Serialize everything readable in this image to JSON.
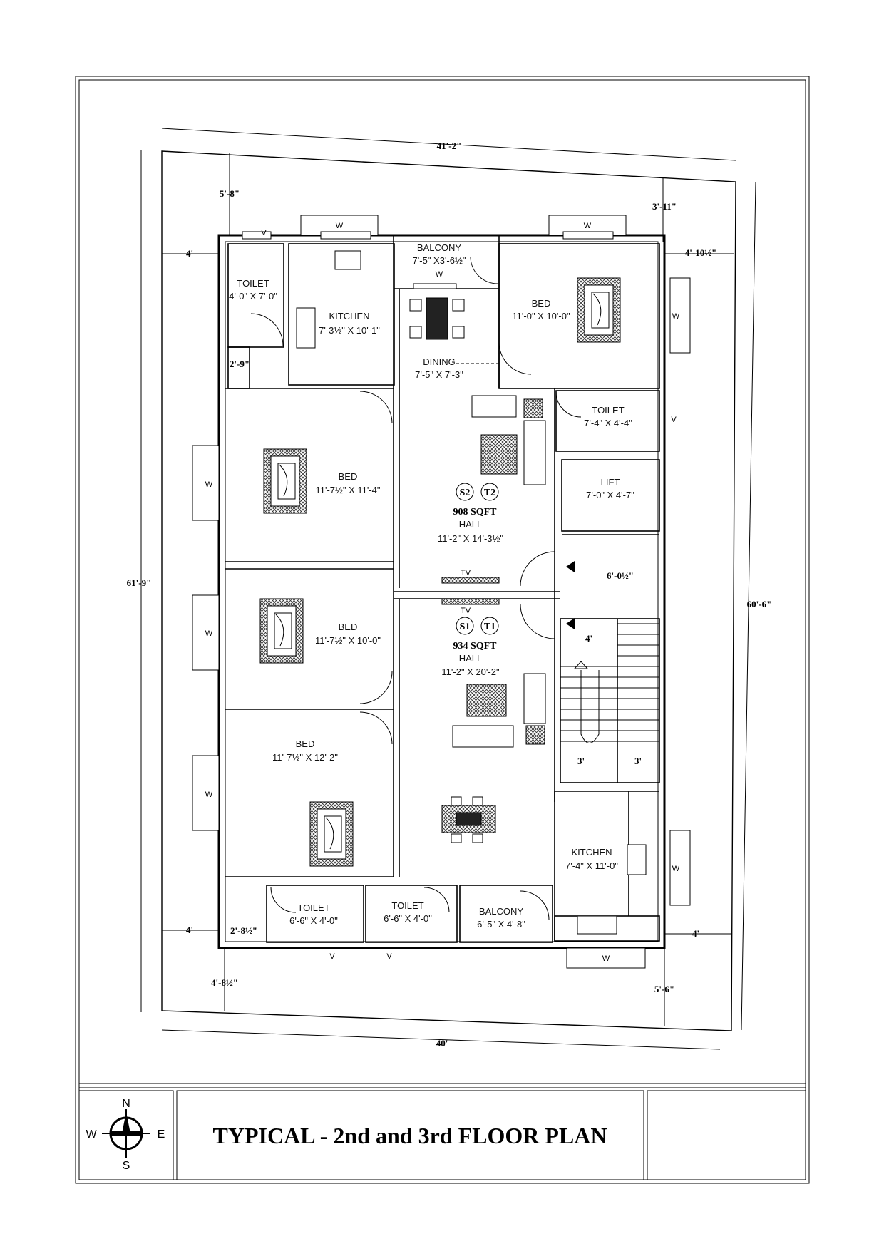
{
  "title": "TYPICAL - 2nd and 3rd FLOOR PLAN",
  "compass": {
    "n": "N",
    "s": "S",
    "e": "E",
    "w": "W"
  },
  "dims": {
    "top_width": "41'-2\"",
    "bottom_width": "40'",
    "left_height": "61'-9\"",
    "right_height": "60'-6\"",
    "top_left_setback": "5'-8\"",
    "top_right_setback": "3'-11\"",
    "left_side_top": "4'",
    "right_side_top": "4'-10½\"",
    "left_side_bottom": "4'",
    "right_side_bottom": "4'",
    "bottom_left_setback": "4'-8½\"",
    "bottom_right_setback": "5'-6\"",
    "passage_top": "2'-9\"",
    "passage_bottom": "2'-8½\"",
    "lobby": "6'-0½\"",
    "lobby_width": "4'",
    "stair_left": "3'",
    "stair_right": "3'"
  },
  "rooms": [
    {
      "name": "TOILET",
      "size": "4'-0\" X 7'-0\""
    },
    {
      "name": "KITCHEN",
      "size": "7'-3½\" X 10'-1\""
    },
    {
      "name": "BALCONY",
      "size": "7'-5\" X3'-6½\""
    },
    {
      "name": "BED",
      "size": "11'-0\" X 10'-0\""
    },
    {
      "name": "DINING",
      "size": "7'-5\" X 7'-3\""
    },
    {
      "name": "TOILET",
      "size": "7'-4\" X 4'-4\""
    },
    {
      "name": "BED",
      "size": "11'-7½\" X 11'-4\""
    },
    {
      "name": "LIFT",
      "size": "7'-0\" X 4'-7\""
    },
    {
      "name": "HALL",
      "size": "11'-2\" X 14'-3½\""
    },
    {
      "name": "BED",
      "size": "11'-7½\" X 10'-0\""
    },
    {
      "name": "HALL",
      "size": "11'-2\" X 20'-2\""
    },
    {
      "name": "BED",
      "size": "11'-7½\" X 12'-2\""
    },
    {
      "name": "KITCHEN",
      "size": "7'-4\" X 11'-0\""
    },
    {
      "name": "TOILET",
      "size": "6'-6\" X 4'-0\""
    },
    {
      "name": "TOILET",
      "size": "6'-6\" X 4'-0\""
    },
    {
      "name": "BALCONY",
      "size": "6'-5\" X 4'-8\""
    }
  ],
  "units": [
    {
      "area": "908 SQFT",
      "tags": [
        "S2",
        "T2"
      ]
    },
    {
      "area": "934 SQFT",
      "tags": [
        "S1",
        "T1"
      ]
    }
  ],
  "marks": {
    "window": "W",
    "ventilator": "V",
    "tv": "TV"
  }
}
